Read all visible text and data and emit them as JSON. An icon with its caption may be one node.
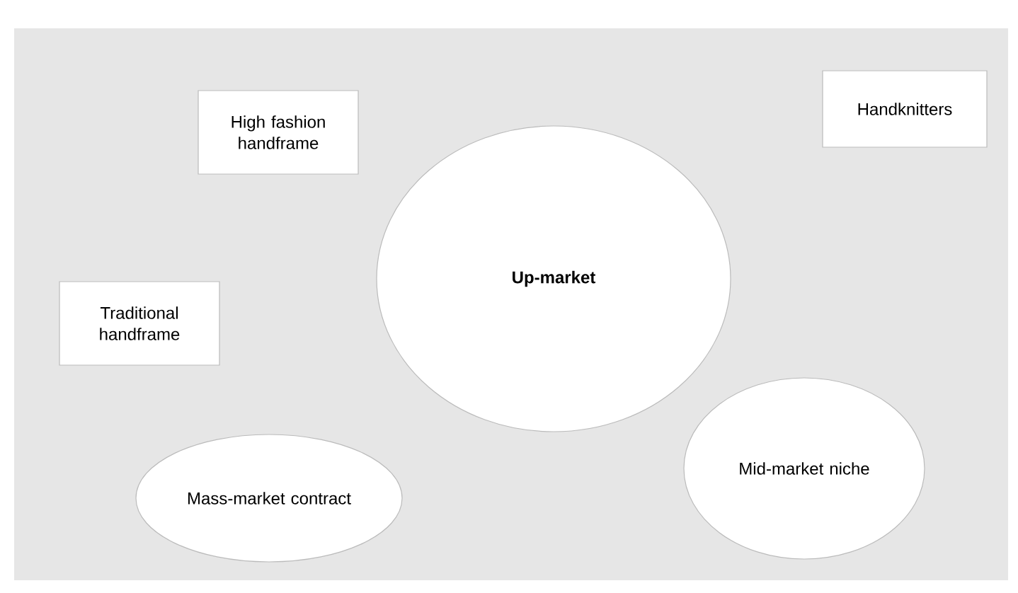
{
  "diagram": {
    "nodes": [
      {
        "text": [
          "High fashion handframe"
        ]
      },
      {
        "text": [
          "Handknitters"
        ]
      },
      {
        "text": [
          "**Up-market**"
        ]
      },
      {
        "text": [
          "Traditional handframe"
        ]
      },
      {
        "text": [
          "Mid-market niche"
        ]
      },
      {
        "text": [
          "Mass-market contract"
        ]
      }
    ]
  }
}
